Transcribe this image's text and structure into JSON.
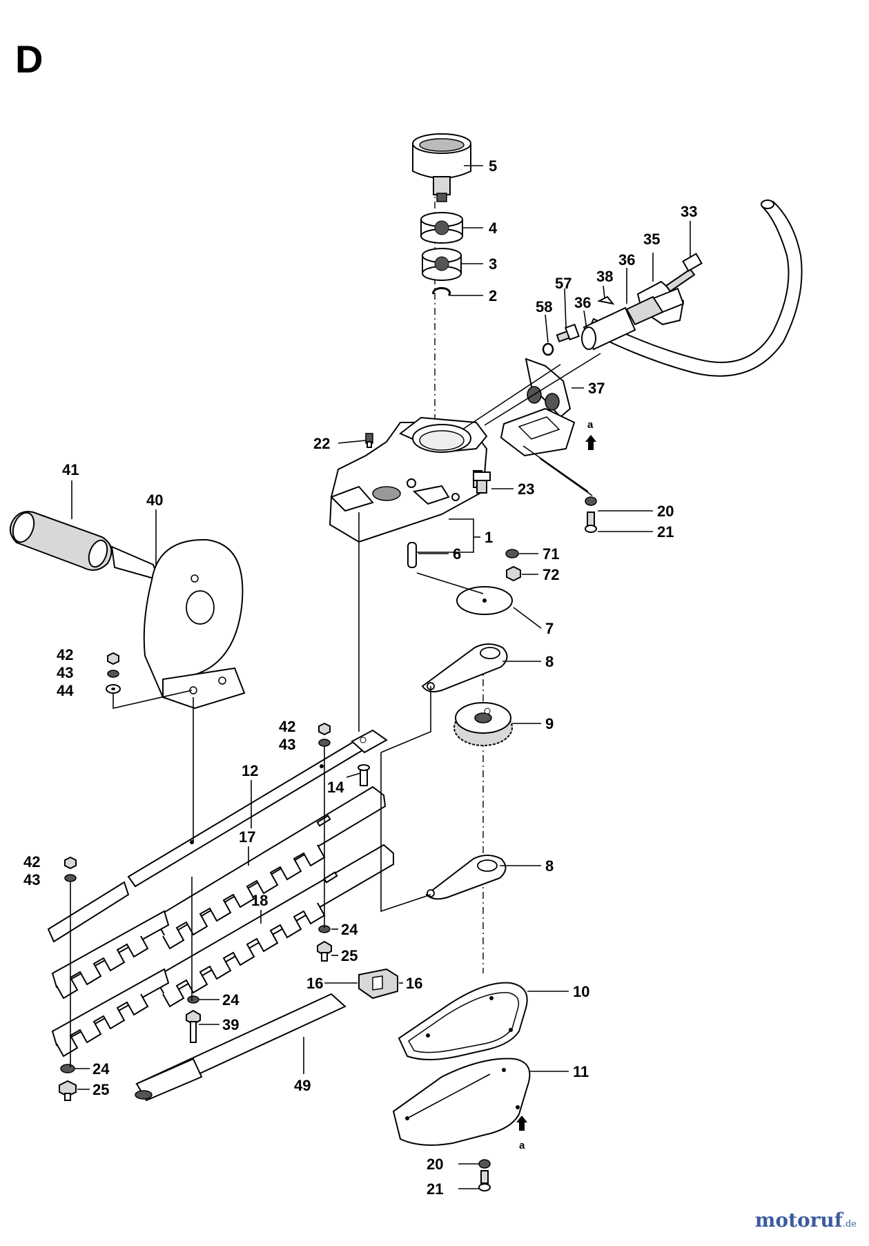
{
  "section": "D",
  "watermark": {
    "brand": "motoruf",
    "tld": ".de"
  },
  "callouts": [
    {
      "id": "c5",
      "text": "5"
    },
    {
      "id": "c4",
      "text": "4"
    },
    {
      "id": "c3",
      "text": "3"
    },
    {
      "id": "c2",
      "text": "2"
    },
    {
      "id": "c33",
      "text": "33"
    },
    {
      "id": "c35",
      "text": "35"
    },
    {
      "id": "c36a",
      "text": "36"
    },
    {
      "id": "c38",
      "text": "38"
    },
    {
      "id": "c57",
      "text": "57"
    },
    {
      "id": "c58",
      "text": "58"
    },
    {
      "id": "c36b",
      "text": "36"
    },
    {
      "id": "c37",
      "text": "37"
    },
    {
      "id": "c22",
      "text": "22"
    },
    {
      "id": "c23",
      "text": "23"
    },
    {
      "id": "c20a",
      "text": "20"
    },
    {
      "id": "c21a",
      "text": "21"
    },
    {
      "id": "c1",
      "text": "1"
    },
    {
      "id": "c6",
      "text": "6"
    },
    {
      "id": "c71",
      "text": "71"
    },
    {
      "id": "c72",
      "text": "72"
    },
    {
      "id": "c41",
      "text": "41"
    },
    {
      "id": "c40",
      "text": "40"
    },
    {
      "id": "c7",
      "text": "7"
    },
    {
      "id": "c8a",
      "text": "8"
    },
    {
      "id": "c42a",
      "text": "42"
    },
    {
      "id": "c43a",
      "text": "43"
    },
    {
      "id": "c44",
      "text": "44"
    },
    {
      "id": "c9",
      "text": "9"
    },
    {
      "id": "c42b",
      "text": "42"
    },
    {
      "id": "c43b",
      "text": "43"
    },
    {
      "id": "c12",
      "text": "12"
    },
    {
      "id": "c14",
      "text": "14"
    },
    {
      "id": "c17",
      "text": "17"
    },
    {
      "id": "c42c",
      "text": "42"
    },
    {
      "id": "c43c",
      "text": "43"
    },
    {
      "id": "c8b",
      "text": "8"
    },
    {
      "id": "c18",
      "text": "18"
    },
    {
      "id": "c24a",
      "text": "24"
    },
    {
      "id": "c25a",
      "text": "25"
    },
    {
      "id": "c16a",
      "text": "16"
    },
    {
      "id": "c16b",
      "text": "16"
    },
    {
      "id": "c10",
      "text": "10"
    },
    {
      "id": "c24b",
      "text": "24"
    },
    {
      "id": "c39",
      "text": "39"
    },
    {
      "id": "c49",
      "text": "49"
    },
    {
      "id": "c24c",
      "text": "24"
    },
    {
      "id": "c25b",
      "text": "25"
    },
    {
      "id": "c11",
      "text": "11"
    },
    {
      "id": "c20b",
      "text": "20"
    },
    {
      "id": "c21b",
      "text": "21"
    }
  ],
  "arrow_marks": [
    {
      "id": "aTop",
      "text": "a"
    },
    {
      "id": "aBottom",
      "text": "a"
    }
  ]
}
